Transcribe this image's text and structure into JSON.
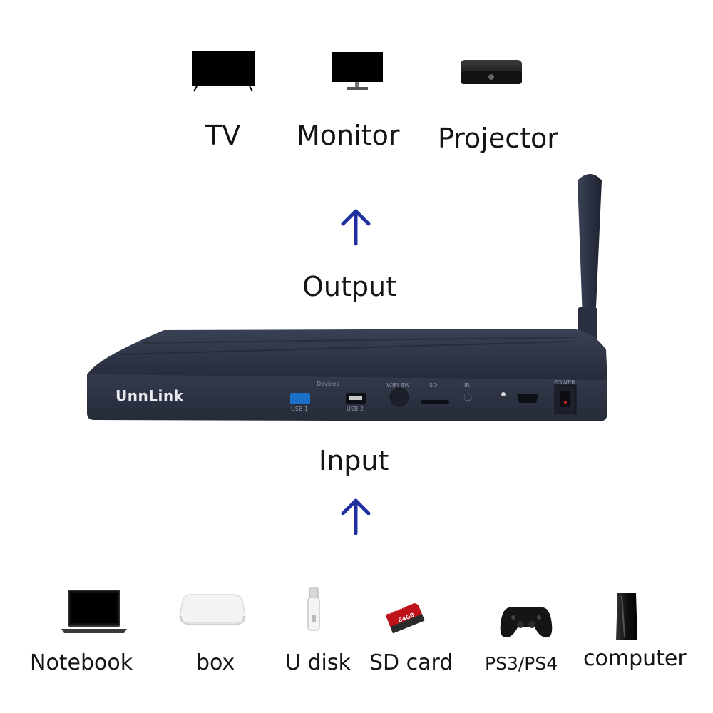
{
  "outputs": [
    {
      "label": "TV",
      "icon": "tv-icon"
    },
    {
      "label": "Monitor",
      "icon": "monitor-icon"
    },
    {
      "label": "Projector",
      "icon": "projector-icon"
    }
  ],
  "stages": {
    "output": "Output",
    "input": "Input"
  },
  "device": {
    "brand": "UnnLink",
    "port_labels": {
      "devices": "Devices",
      "usb1": "USB 1",
      "usb2": "USB 2",
      "wifi": "WIFI SW",
      "sd": "SD",
      "ir": "IR",
      "power": "POWER"
    },
    "body_color": "#2e3445"
  },
  "inputs": [
    {
      "label": "Notebook",
      "icon": "notebook-icon"
    },
    {
      "label": "box",
      "icon": "box-icon"
    },
    {
      "label": "U disk",
      "icon": "u-disk-icon"
    },
    {
      "label": "SD card",
      "icon": "sd-card-icon"
    },
    {
      "label": "PS3/PS4",
      "icon": "gamepad-icon"
    },
    {
      "label": "computer",
      "icon": "computer-tower-icon"
    }
  ],
  "sd_card_text": {
    "brand": "SanDisk",
    "capacity": "64GB"
  },
  "arrow_color": "#1f2fa0"
}
